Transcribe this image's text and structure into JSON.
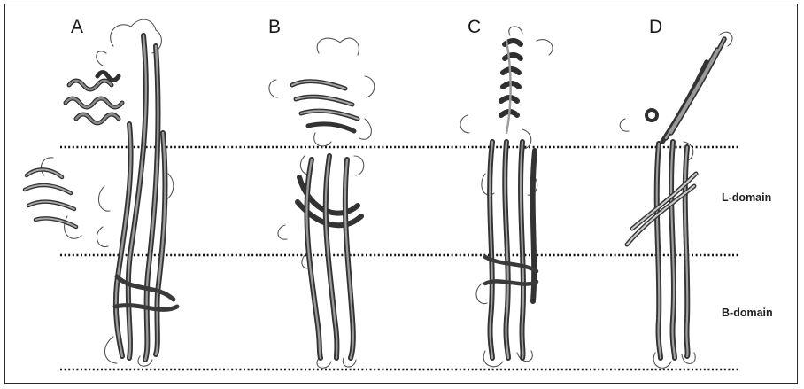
{
  "panels": [
    {
      "letter": "A"
    },
    {
      "letter": "B"
    },
    {
      "letter": "C"
    },
    {
      "letter": "D"
    }
  ],
  "domains": {
    "l_domain": "L-domain",
    "b_domain": "B-domain"
  },
  "colors": {
    "ribbon_dark": "#3a3a3a",
    "ribbon_mid": "#7a7a7a",
    "ribbon_light": "#c8c8c8",
    "loop": "#555555",
    "divider": "#111111"
  }
}
